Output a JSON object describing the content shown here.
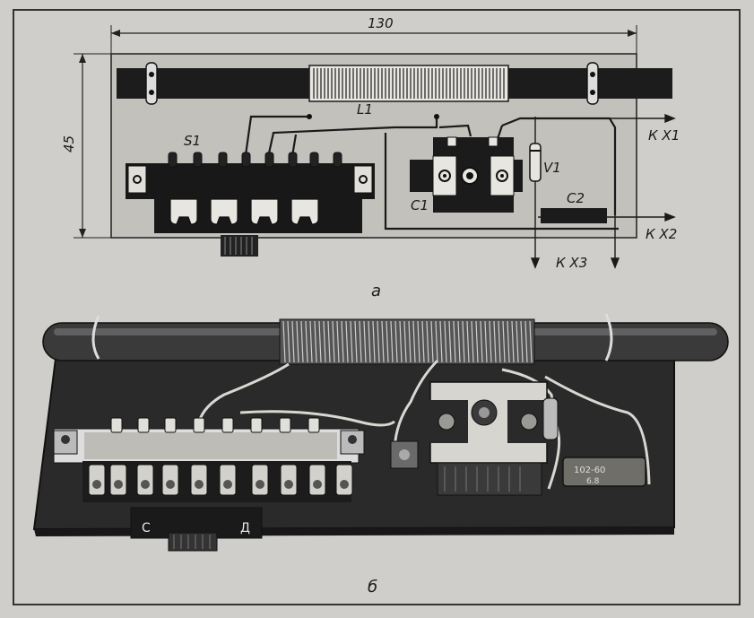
{
  "figure_a": {
    "dimension_width": "130",
    "dimension_height": "45",
    "label_coil": "L1",
    "label_switch": "S1",
    "label_capacitor1": "C1",
    "label_diode": "V1",
    "label_capacitor2": "C2",
    "label_to_x1": "К Х1",
    "label_to_x2": "К Х2",
    "label_to_x3": "К Х3",
    "caption": "а"
  },
  "figure_b": {
    "switch_label_left": "С",
    "switch_label_right": "Д",
    "capacitor_marking_1": "102-60",
    "capacitor_marking_2": "6.8",
    "caption": "б"
  }
}
